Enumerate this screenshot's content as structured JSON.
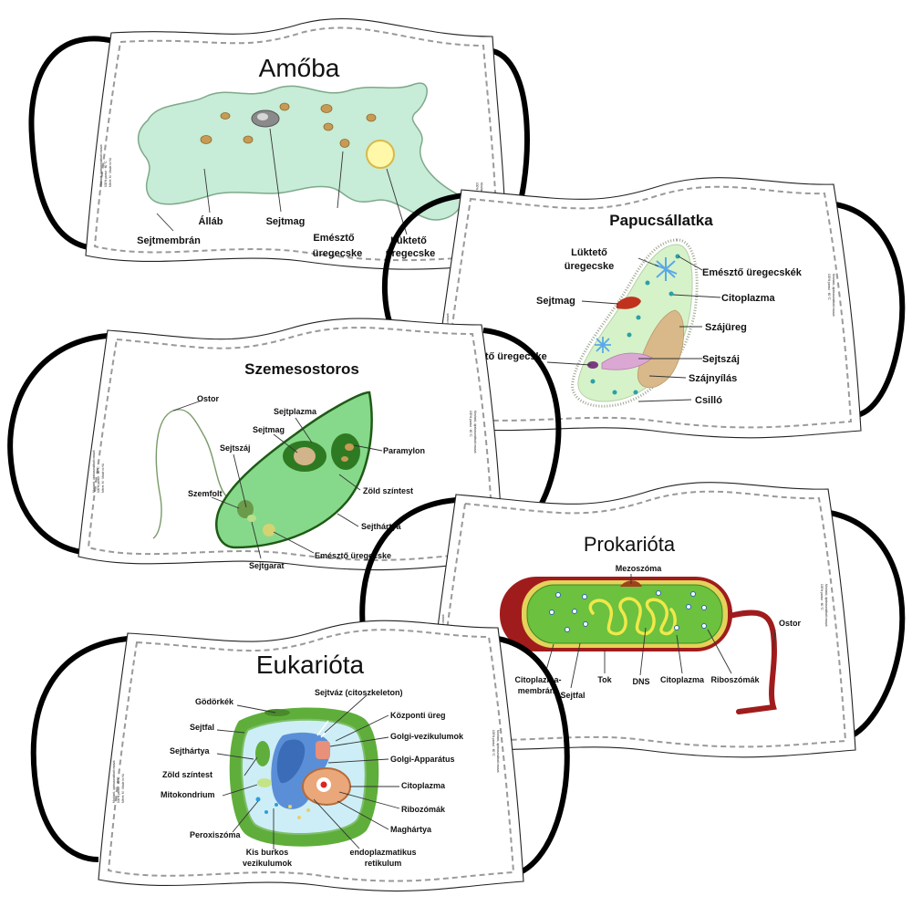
{
  "masks": {
    "amoeba": {
      "title": "Amőba",
      "labels": {
        "membrane": "Sejtmembrán",
        "pseudopod": "Álláb",
        "nucleus": "Sejtmag",
        "digestive1": "Emésztő",
        "digestive2": "üregecske",
        "contractile1": "Lüktető",
        "contractile2": "üregecske"
      }
    },
    "paramecium": {
      "title": "Papucsállatka",
      "labels": {
        "contractile1": "Lüktető",
        "contractile2": "üregecske",
        "digestive": "Emésztő üregecskék",
        "nucleus": "Sejtmag",
        "cytoplasm": "Citoplazma",
        "oral_groove": "Szájüreg",
        "cytostome": "Sejtszáj",
        "cytopharynx": "Szájnyílás",
        "cilia": "Csilló",
        "food_vacuole": "Emésztő üregecske"
      }
    },
    "euglena": {
      "title": "Szemesostoros",
      "labels": {
        "flagellum": "Ostor",
        "cytoplasm": "Sejtplazma",
        "nucleus": "Sejtmag",
        "paramylon": "Paramylon",
        "cytostome": "Sejtszáj",
        "chloroplast": "Zöld színtest",
        "eyespot": "Szemfolt",
        "membrane": "Sejthártya",
        "gullet": "Sejtgarat",
        "vacuole": "Emésztő üregecske"
      }
    },
    "prokaryote": {
      "title": "Prokarióta",
      "labels": {
        "mesosome": "Mezoszóma",
        "flagellum": "Ostor",
        "membrane1": "Citoplazma-",
        "membrane2": "membrán",
        "cell_wall": "Sejtfal",
        "capsule": "Tok",
        "dna": "DNS",
        "cytoplasm": "Citoplazma",
        "ribosomes": "Riboszómák"
      }
    },
    "eukaryote": {
      "title": "Eukarióta",
      "labels": {
        "pits": "Gödörkék",
        "cytoskeleton": "Sejtváz (citoszkeleton)",
        "central_vacuole": "Központi üreg",
        "cell_wall": "Sejtfal",
        "golgi_vesicles": "Golgi-vezikulumok",
        "membrane": "Sejthártya",
        "golgi": "Golgi-Apparátus",
        "chloroplast": "Zöld színtest",
        "cytoplasm": "Citoplazma",
        "mitochondrion": "Mitokondrium",
        "ribosomes": "Ribozómák",
        "nuclear_envelope": "Maghártya",
        "peroxisome": "Peroxiszóma",
        "vesicles1": "Kis burkos",
        "vesicles2": "vezikulumok",
        "er1": "endoplazmatikus",
        "er2": "retikulum"
      }
    }
  },
  "colors": {
    "amoeba_body": "#c7ecd7",
    "paramecium_body": "#d6f2c8",
    "euglena_body": "#86d98a",
    "prokaryote_capsule": "#a01c1c",
    "prokaryote_cytoplasm": "#6cc13e",
    "eukaryote_wall": "#5fae3b",
    "eukaryote_vacuole": "#5a8fd8"
  }
}
